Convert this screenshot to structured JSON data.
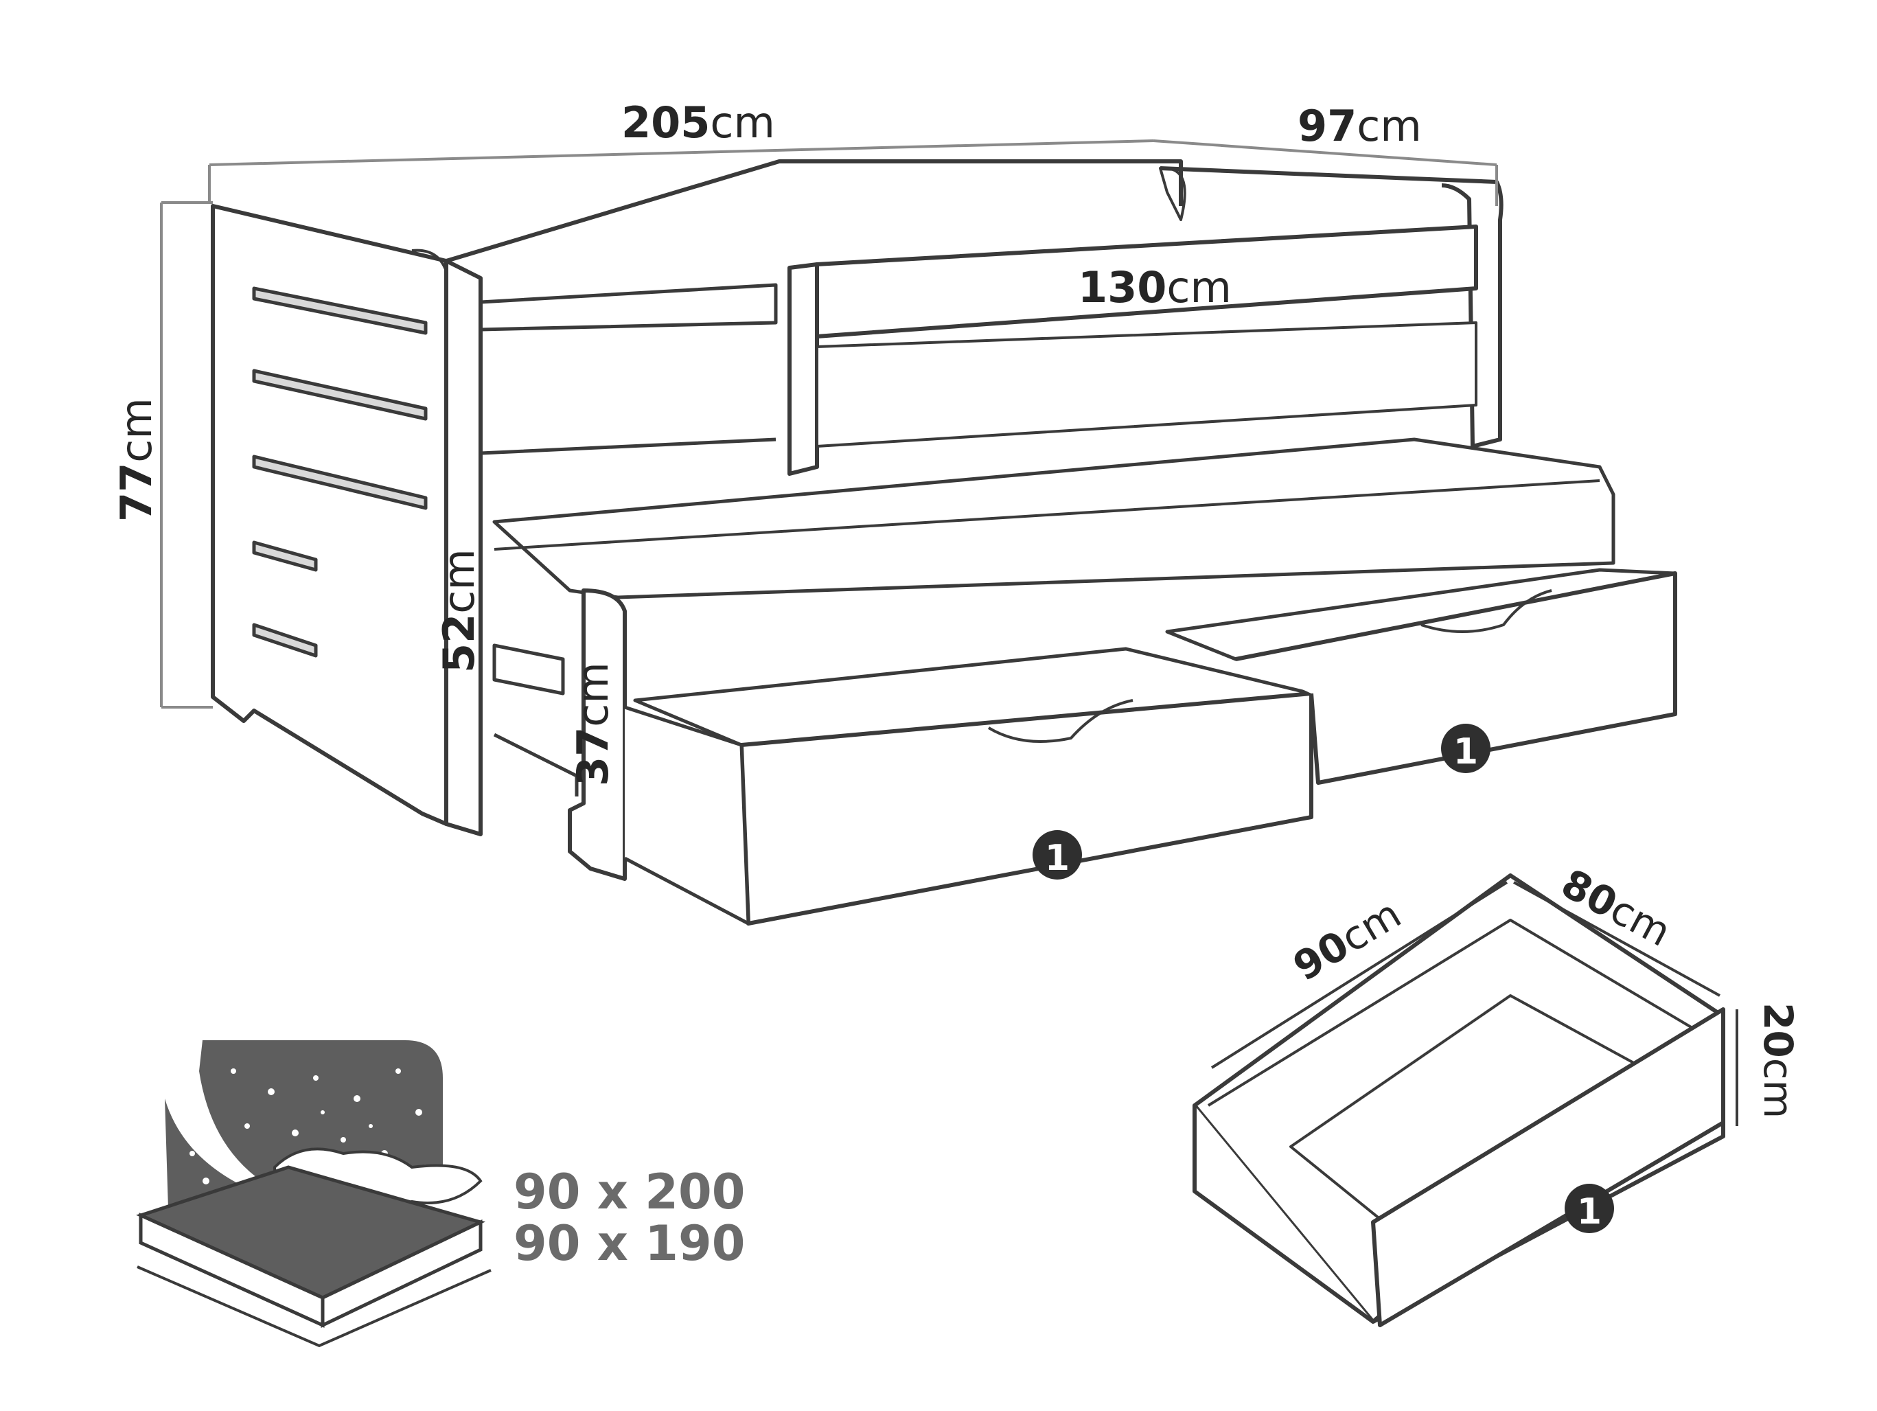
{
  "colors": {
    "line": "#3a3a3a",
    "light_line": "#8a8a8a",
    "badge": "#2f2f2f",
    "night_sky": "#5e5e5e",
    "size_text": "#6b6b6b"
  },
  "dimensions": {
    "bed_length": {
      "value": "205",
      "unit": "cm"
    },
    "bed_depth": {
      "value": "97",
      "unit": "cm"
    },
    "bed_height": {
      "value": "77",
      "unit": "cm"
    },
    "guard_rail": {
      "value": "130",
      "unit": "cm"
    },
    "side_height": {
      "value": "52",
      "unit": "cm"
    },
    "trundle_height": {
      "value": "37",
      "unit": "cm"
    },
    "drawer_width": {
      "value": "90",
      "unit": "cm"
    },
    "drawer_depth": {
      "value": "80",
      "unit": "cm"
    },
    "drawer_height": {
      "value": "20",
      "unit": "cm"
    }
  },
  "drawer_badges": [
    "1",
    "1",
    "1"
  ],
  "mattress_sizes": [
    "90 x 200",
    "90 x 190"
  ],
  "icons": [
    "bed-drawing-icon",
    "drawer-drawing-icon",
    "mattress-icon",
    "stars-icon",
    "pillow-icon"
  ]
}
